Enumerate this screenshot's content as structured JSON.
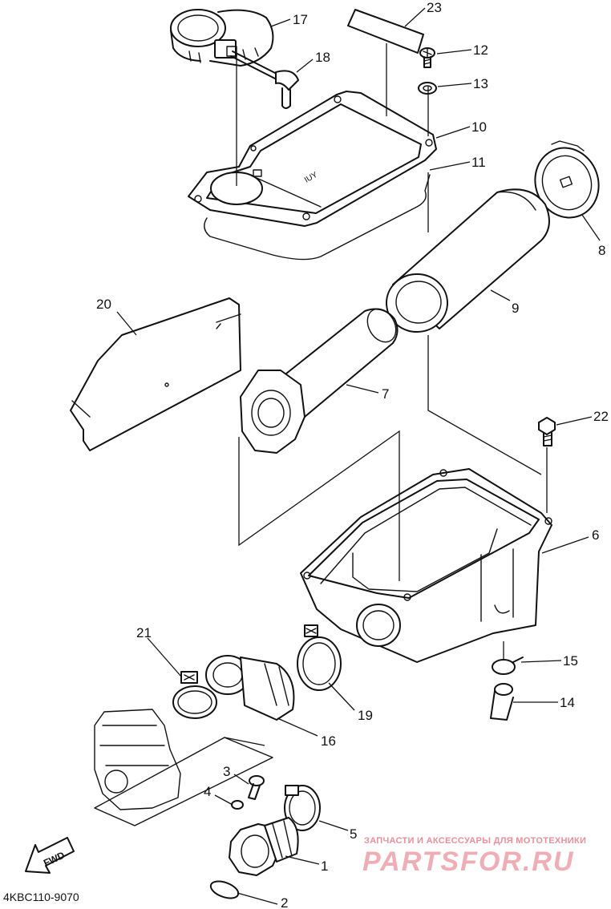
{
  "diagram": {
    "callouts": {
      "p1": "1",
      "p2": "2",
      "p3": "3",
      "p4": "4",
      "p5": "5",
      "p6": "6",
      "p7": "7",
      "p8": "8",
      "p9": "9",
      "p10": "10",
      "p11": "11",
      "p12": "12",
      "p13": "13",
      "p14": "14",
      "p15": "15",
      "p16": "16",
      "p17": "17",
      "p18": "18",
      "p19": "19",
      "p20": "20",
      "p21": "21",
      "p22": "22",
      "p23": "23"
    },
    "fwd_label": "FWD",
    "diagram_code": "4KBC110-9070",
    "watermark": {
      "tagline": "ЗАПЧАСТИ И АКСЕССУАРЫ ДЛЯ МОТОТЕХНИКИ",
      "brand": "PARTSFOR.RU",
      "color": "#e36b7a"
    }
  }
}
